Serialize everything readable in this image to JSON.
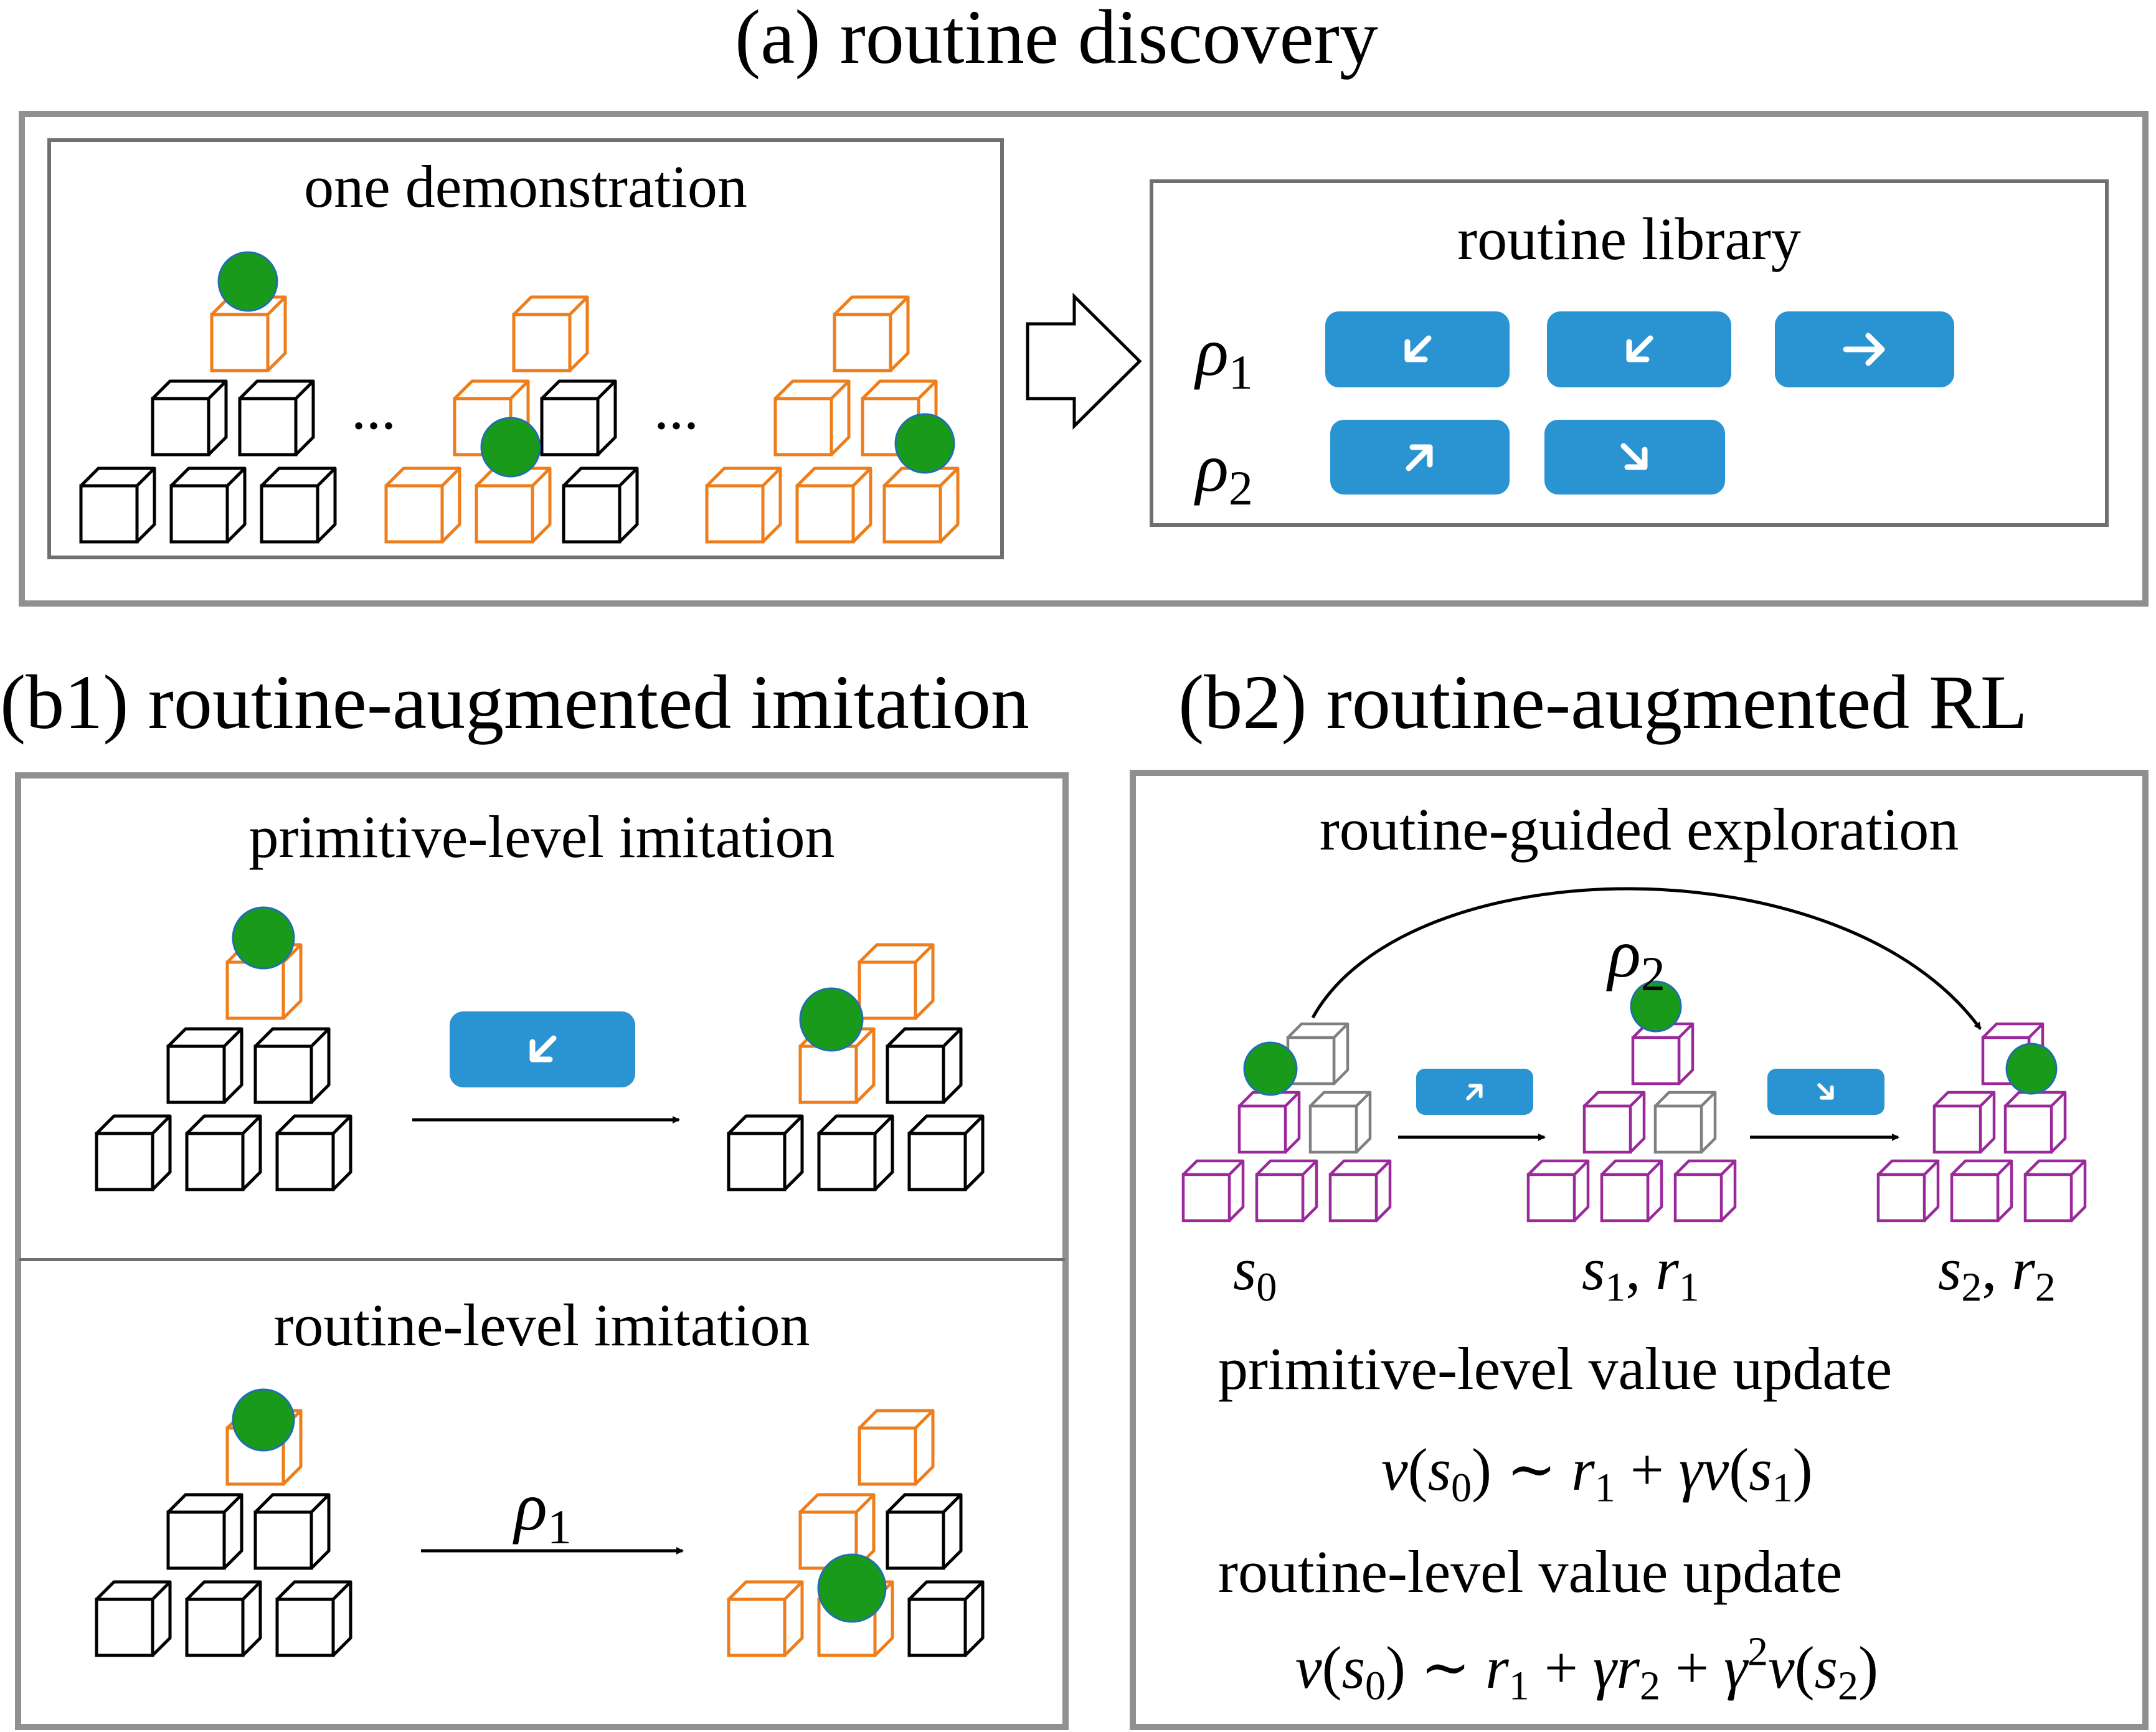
{
  "sections": {
    "a_title": "(a) routine discovery",
    "b1_title": "(b1) routine-augmented imitation",
    "b2_title": "(b2) routine-augmented RL"
  },
  "panel_a": {
    "demo_title": "one demonstration",
    "ellipsis": "...",
    "library_title": "routine library",
    "rho_symbol": "ρ",
    "routines": [
      {
        "index": "1",
        "buttons": [
          "arrow-down-left-icon",
          "arrow-down-left-icon",
          "arrow-right-icon"
        ]
      },
      {
        "index": "2",
        "buttons": [
          "arrow-up-right-icon",
          "arrow-down-right-icon"
        ]
      }
    ]
  },
  "panel_b1": {
    "primitive_title": "primitive-level imitation",
    "routine_title": "routine-level imitation",
    "primitive_action": "arrow-down-left-icon",
    "routine_label_symbol": "ρ",
    "routine_label_index": "1"
  },
  "panel_b2": {
    "exploration_title": "routine-guided exploration",
    "routine_label_symbol": "ρ",
    "routine_label_index": "2",
    "states": [
      {
        "s": "s",
        "s_idx": "0",
        "r": "",
        "r_idx": ""
      },
      {
        "s": "s",
        "s_idx": "1",
        "r": "r",
        "r_idx": "1"
      },
      {
        "s": "s",
        "s_idx": "2",
        "r": "r",
        "r_idx": "2"
      }
    ],
    "step_actions": [
      "arrow-up-right-icon",
      "arrow-down-right-icon"
    ],
    "primitive_update_title": "primitive-level value update",
    "primitive_update_eq": "v(s0) ~ r1 + γv(s1)",
    "routine_update_title": "routine-level value update",
    "routine_update_eq": "v(s0) ~ r1 + γr2 + γ2v(s2)"
  },
  "colors": {
    "button": "#2a93d2",
    "ball": "#1a9a1a",
    "orange_block": "#ee7d1c",
    "purple_block": "#9a2a9a",
    "gray_block": "#808080",
    "frame": "#909090"
  }
}
